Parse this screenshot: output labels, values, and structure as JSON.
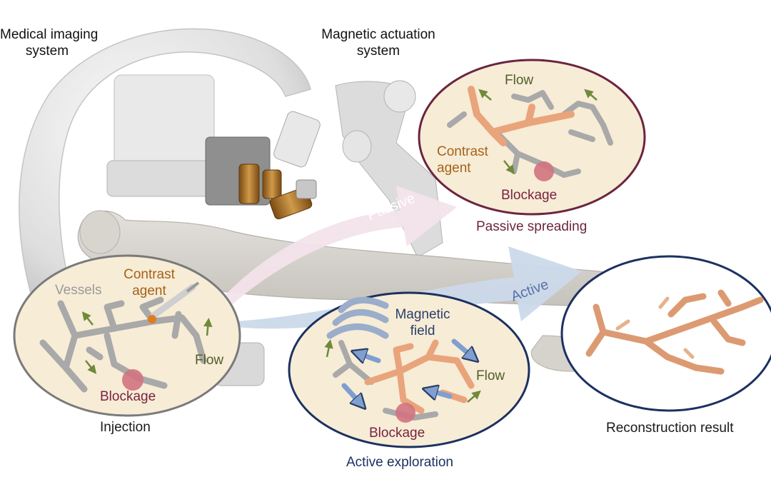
{
  "labels": {
    "medical_imaging": [
      "Medical imaging",
      "system"
    ],
    "magnetic_actuation": [
      "Magnetic actuation",
      "system"
    ],
    "passive_arrow": "Passive",
    "active_arrow": "Active",
    "magnetic_field": [
      "Magnetic",
      "field"
    ]
  },
  "panels": {
    "injection": {
      "caption": "Injection",
      "vessels": "Vessels",
      "contrast": [
        "Contrast",
        "agent"
      ],
      "flow": "Flow",
      "blockage": "Blockage"
    },
    "passive": {
      "caption": "Passive spreading",
      "flow": "Flow",
      "contrast": [
        "Contrast",
        "agent"
      ],
      "blockage": "Blockage"
    },
    "active": {
      "caption": "Active exploration",
      "flow": "Flow",
      "blockage": "Blockage"
    },
    "reconstruction": {
      "caption": "Reconstruction result"
    }
  },
  "colors": {
    "panel_fill": "#f7ecd6",
    "vessel_gray": "#a9a9a9",
    "vessel_orange": "#e9a47c",
    "injection_border": "#7a7a7a",
    "passive_border": "#6b2540",
    "active_border": "#1c3160",
    "recon_border": "#1c3160",
    "passive_arrow": "#f3e3ea",
    "active_arrow": "#cbd9ea",
    "flow_arrow": "#6f8a3a",
    "magnet_arrow": "#7f9fd1",
    "blockage": "#d0737f",
    "machine": "#e6e6e6"
  }
}
